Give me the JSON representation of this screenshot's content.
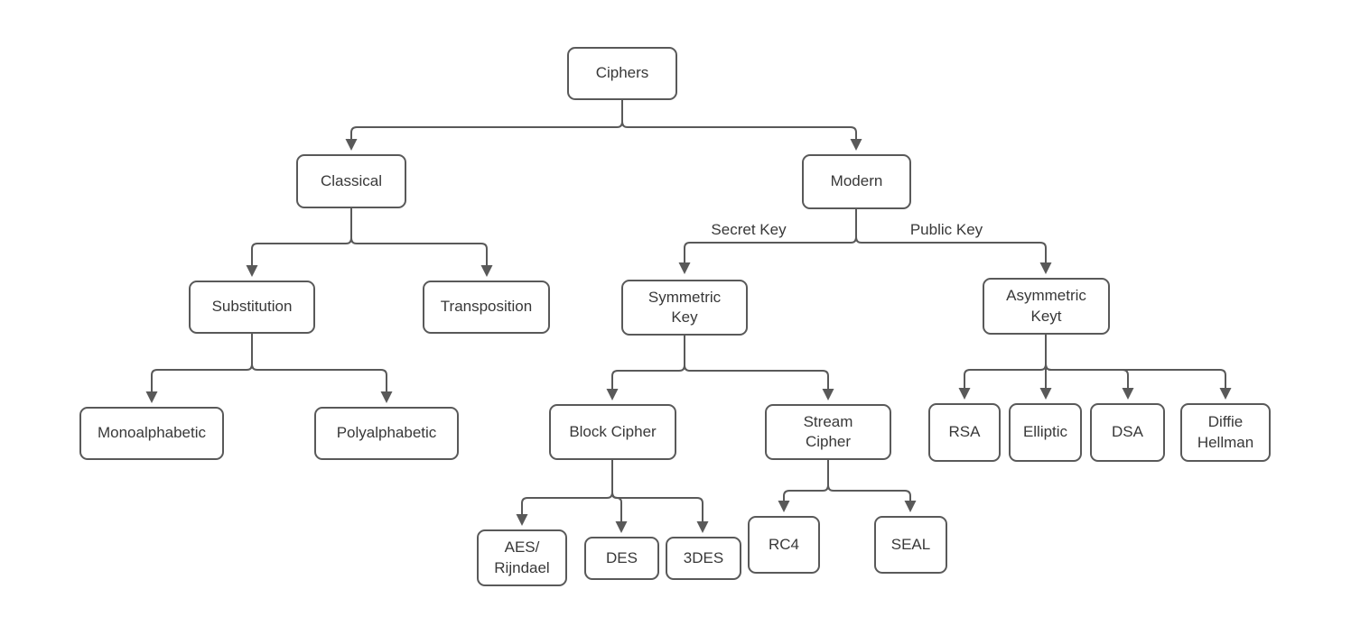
{
  "diagram": {
    "type": "tree",
    "title": "Ciphers classification",
    "colors": {
      "background": "#ffffff",
      "line": "#595959",
      "node_border": "#595959",
      "node_fill": "#ffffff",
      "text": "#383838"
    },
    "nodes": [
      {
        "id": "ciphers",
        "label": "Ciphers",
        "parent": null
      },
      {
        "id": "classical",
        "label": "Classical",
        "parent": "Ciphers"
      },
      {
        "id": "modern",
        "label": "Modern",
        "parent": "Ciphers"
      },
      {
        "id": "substitution",
        "label": "Substitution",
        "parent": "Classical"
      },
      {
        "id": "transposition",
        "label": "Transposition",
        "parent": "Classical"
      },
      {
        "id": "symmetric-key",
        "label": "Symmetric\nKey",
        "parent": "Modern",
        "edge_label": "Secret Key"
      },
      {
        "id": "asymmetric-key",
        "label": "Asymmetric\nKeyt",
        "parent": "Modern",
        "edge_label": "Public Key"
      },
      {
        "id": "monoalphabetic",
        "label": "Monoalphabetic",
        "parent": "Substitution"
      },
      {
        "id": "polyalphabetic",
        "label": "Polyalphabetic",
        "parent": "Substitution"
      },
      {
        "id": "block-cipher",
        "label": "Block Cipher",
        "parent": "Symmetric Key"
      },
      {
        "id": "stream-cipher",
        "label": "Stream\nCipher",
        "parent": "Symmetric Key"
      },
      {
        "id": "rsa",
        "label": "RSA",
        "parent": "Asymmetric Keyt"
      },
      {
        "id": "elliptic",
        "label": "Elliptic",
        "parent": "Asymmetric Keyt"
      },
      {
        "id": "dsa",
        "label": "DSA",
        "parent": "Asymmetric Keyt"
      },
      {
        "id": "diffie-hellman",
        "label": "Diffie\nHellman",
        "parent": "Asymmetric Keyt"
      },
      {
        "id": "aes-rijndael",
        "label": "AES/\nRijndael",
        "parent": "Block Cipher"
      },
      {
        "id": "des",
        "label": "DES",
        "parent": "Block Cipher"
      },
      {
        "id": "3des",
        "label": "3DES",
        "parent": "Block Cipher"
      },
      {
        "id": "rc4",
        "label": "RC4",
        "parent": "Stream Cipher"
      },
      {
        "id": "seal",
        "label": "SEAL",
        "parent": "Stream Cipher"
      }
    ],
    "edge_labels": [
      {
        "text": "Secret Key",
        "from": "Modern",
        "to": "Symmetric Key"
      },
      {
        "text": "Public Key",
        "from": "Modern",
        "to": "Asymmetric Keyt"
      }
    ]
  }
}
